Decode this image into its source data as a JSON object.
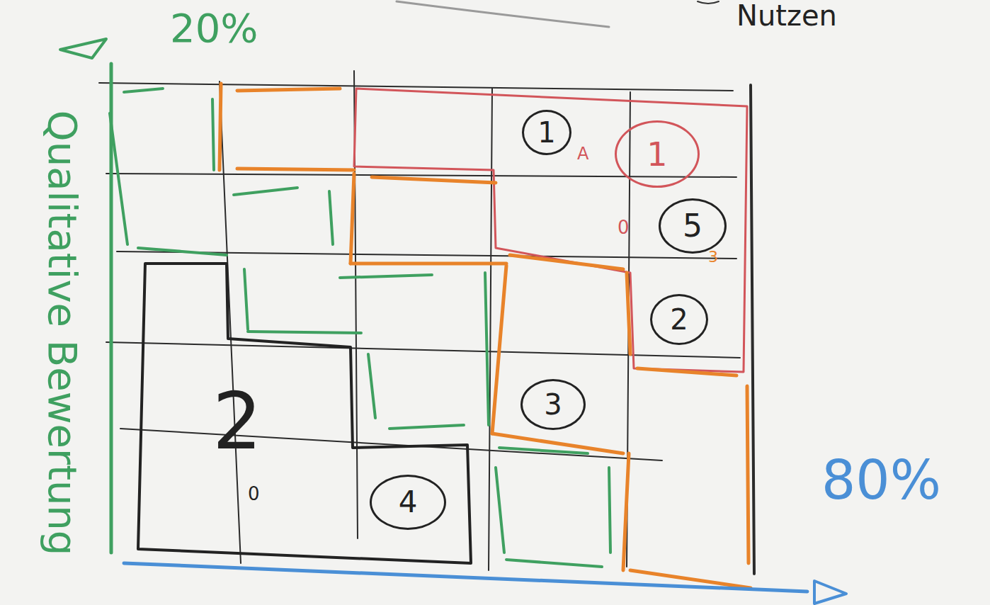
{
  "diagram": {
    "nodes": [
      {
        "text": [
          "1"
        ]
      },
      {
        "text": [
          "1"
        ]
      },
      {
        "text": [
          "5"
        ]
      },
      {
        "text": [
          "2"
        ]
      },
      {
        "text": [
          "3"
        ]
      },
      {
        "text": [
          "4"
        ]
      }
    ],
    "labels": [
      "Nutzen",
      "20%",
      "80%",
      "Qualitative Bewertung",
      "A",
      "0",
      "3",
      "2",
      "0"
    ]
  }
}
